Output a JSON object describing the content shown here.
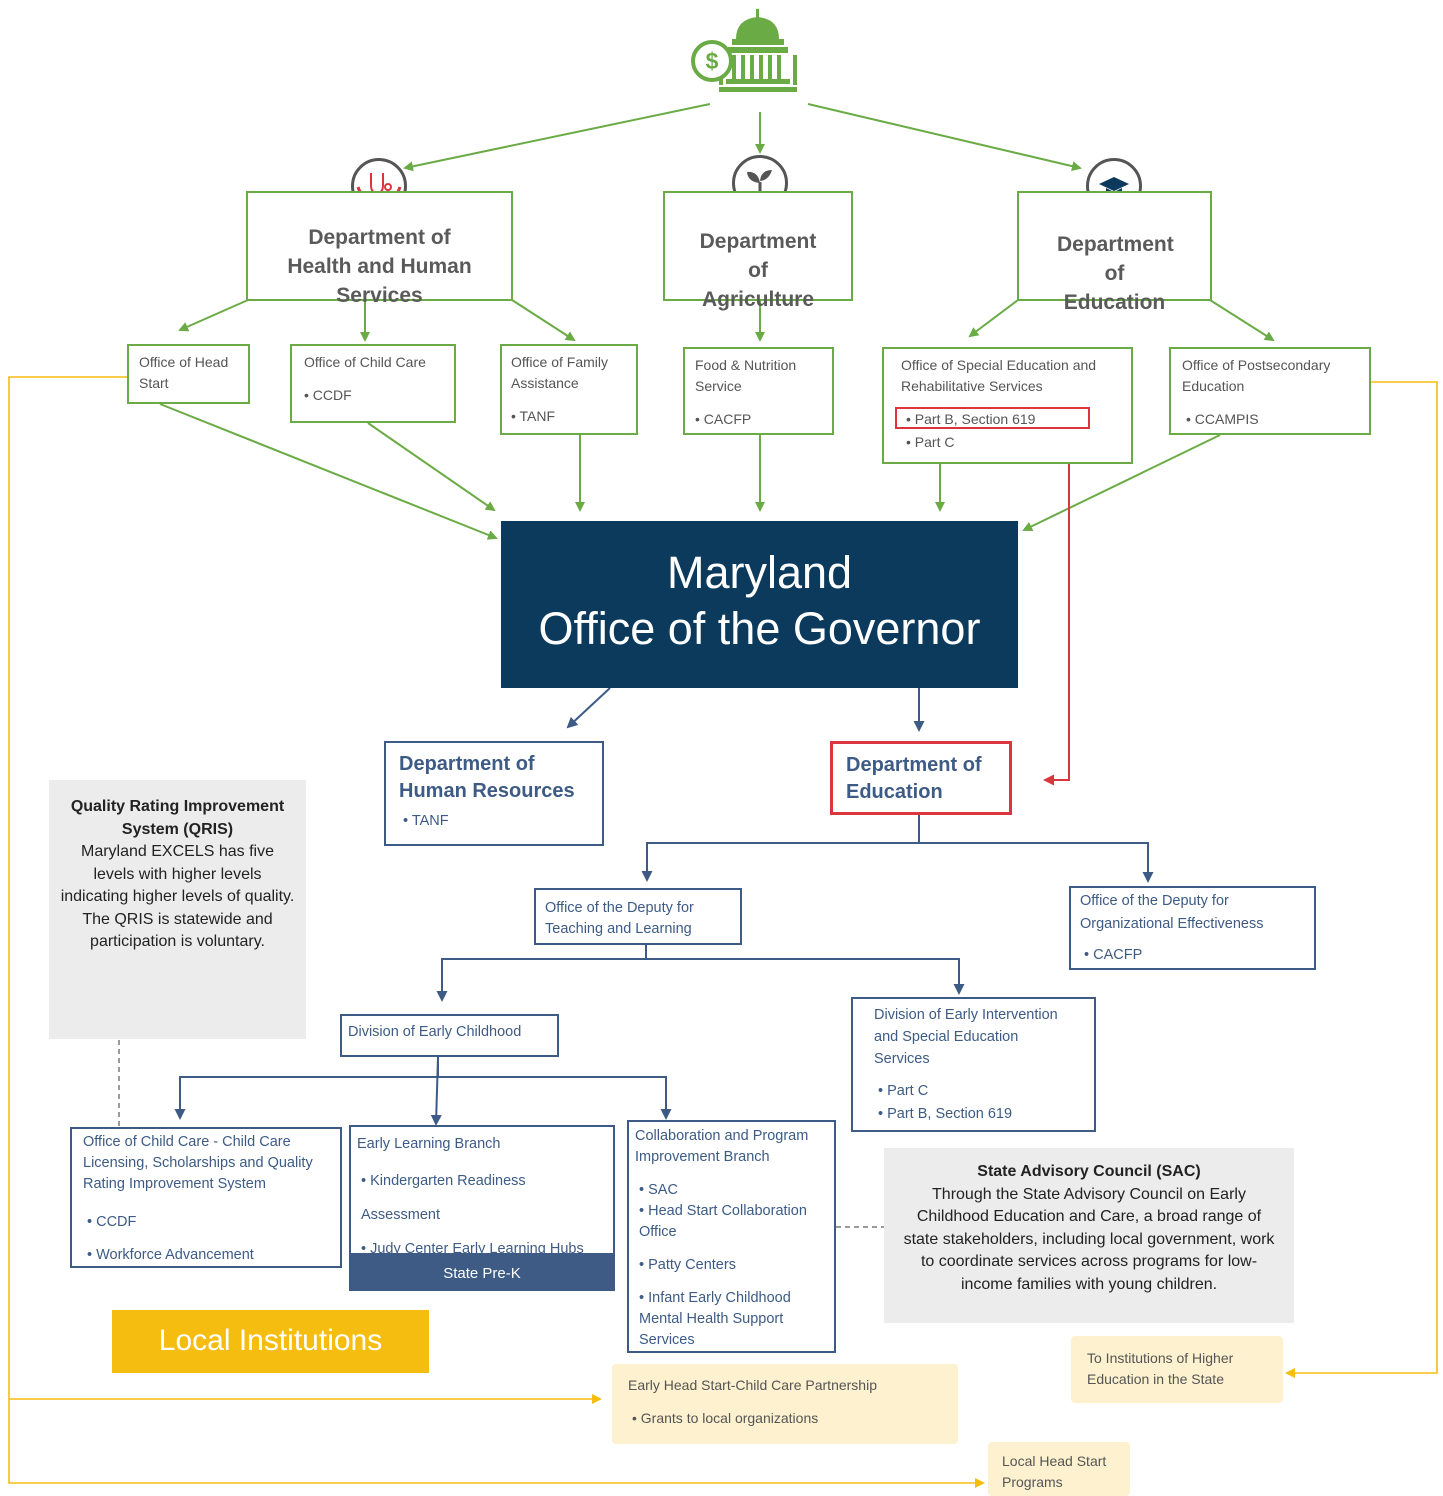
{
  "colors": {
    "green": "#6aab45",
    "navy": "#0c3a5c",
    "blue": "#3d5b85",
    "red": "#d9363e",
    "yellow": "#f5bd10",
    "cream": "#fdf1cf",
    "grey": "#ececec"
  },
  "icons": {
    "capitol": "capitol-dollar-icon",
    "health": "stethoscope-icon",
    "agriculture": "sprout-icon",
    "education": "graduation-cap-icon"
  },
  "capitol": {
    "symbol": "$"
  },
  "federal": {
    "hhs": {
      "title": "Department of Health and Human Services",
      "offices": [
        {
          "name": "Office of Head Start",
          "items": []
        },
        {
          "name": "Office of Child Care",
          "items": [
            "CCDF"
          ]
        },
        {
          "name": "Office of Family Assistance",
          "items": [
            "TANF"
          ]
        }
      ]
    },
    "agriculture": {
      "title": "Department of Agriculture",
      "offices": [
        {
          "name": "Food & Nutrition Service",
          "items": [
            "CACFP"
          ]
        }
      ]
    },
    "education": {
      "title": "Department of Education",
      "offices": [
        {
          "name": "Office of Special Education and Rehabilitative Services",
          "items": [
            "Part B, Section 619",
            "Part C"
          ]
        },
        {
          "name": "Office of Postsecondary Education",
          "items": [
            "CCAMPIS"
          ]
        }
      ]
    }
  },
  "governor": {
    "line1": "Maryland",
    "line2": "Office of the Governor"
  },
  "state": {
    "dhr": {
      "title": "Department of Human Resources",
      "items": [
        "TANF"
      ]
    },
    "msde": {
      "title": "Department of Education"
    },
    "deputy_tl": {
      "title": "Office of the Deputy for Teaching and Learning"
    },
    "deputy_oe": {
      "title": "Office of the Deputy for Organizational Effectiveness",
      "items": [
        "CACFP"
      ]
    },
    "early_childhood": {
      "title": "Division of Early Childhood"
    },
    "early_intervention": {
      "title": "Division of Early Intervention and Special Education Services",
      "items": [
        "Part C",
        "Part B, Section 619"
      ]
    },
    "child_care_office": {
      "title": "Office of Child Care - Child Care Licensing, Scholarships and Quality Rating Improvement System",
      "items": [
        "CCDF",
        "Workforce Advancement"
      ]
    },
    "early_learning": {
      "title": "Early Learning Branch",
      "items": [
        "Kindergarten Readiness Assessment",
        "Judy Center Early Learning Hubs"
      ],
      "footer": "State Pre-K"
    },
    "collaboration": {
      "title": "Collaboration and Program Improvement Branch",
      "items": [
        "SAC",
        "Head Start Collaboration Office",
        "Patty Centers",
        "Infant Early Childhood  Mental Health Support Services"
      ]
    }
  },
  "qris": {
    "title": "Quality Rating Improvement System (QRIS)",
    "body": "Maryland EXCELS has five levels with higher levels indicating higher levels of quality. The QRIS is statewide and participation is voluntary."
  },
  "sac": {
    "title": "State Advisory Council (SAC)",
    "body": "Through the State Advisory Council on Early Childhood Education and Care, a broad range of state stakeholders, including local government, work to coordinate services across programs for low-income families with young children."
  },
  "local": {
    "label": "Local Institutions",
    "ehs": {
      "title": "Early Head Start-Child Care Partnership",
      "items": [
        "Grants to local organizations"
      ]
    },
    "higher_ed": {
      "title": "To Institutions of Higher Education in the State"
    },
    "head_start": {
      "title": "Local Head Start Programs"
    }
  }
}
